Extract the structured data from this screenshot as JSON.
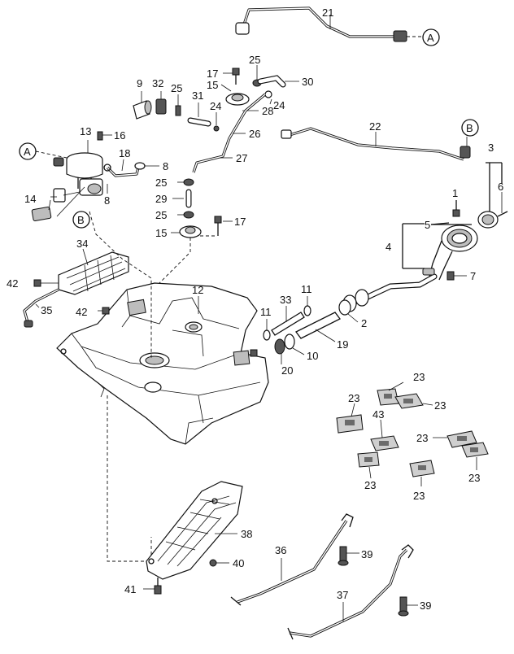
{
  "callouts": {
    "n1": "1",
    "n2": "2",
    "n3": "3",
    "n4": "4",
    "n5": "5",
    "n6": "6",
    "n7": "7",
    "n8": "8",
    "n9": "9",
    "n10": "10",
    "n11": "11",
    "n12": "12",
    "n13": "13",
    "n14": "14",
    "n15": "15",
    "n16": "16",
    "n17": "17",
    "n18": "18",
    "n19": "19",
    "n20": "20",
    "n21": "21",
    "n22": "22",
    "n23": "23",
    "n24": "24",
    "n25": "25",
    "n26": "26",
    "n27": "27",
    "n28": "28",
    "n29": "29",
    "n30": "30",
    "n31": "31",
    "n32": "32",
    "n33": "33",
    "n34": "34",
    "n35": "35",
    "n36": "36",
    "n37": "37",
    "n38": "38",
    "n39": "39",
    "n40": "40",
    "n41": "41",
    "n42": "42",
    "n43": "43"
  },
  "refs": {
    "a": "A",
    "b": "B"
  },
  "colors": {
    "line": "#111111",
    "shade": "#bdbdbd",
    "background": "#ffffff"
  }
}
